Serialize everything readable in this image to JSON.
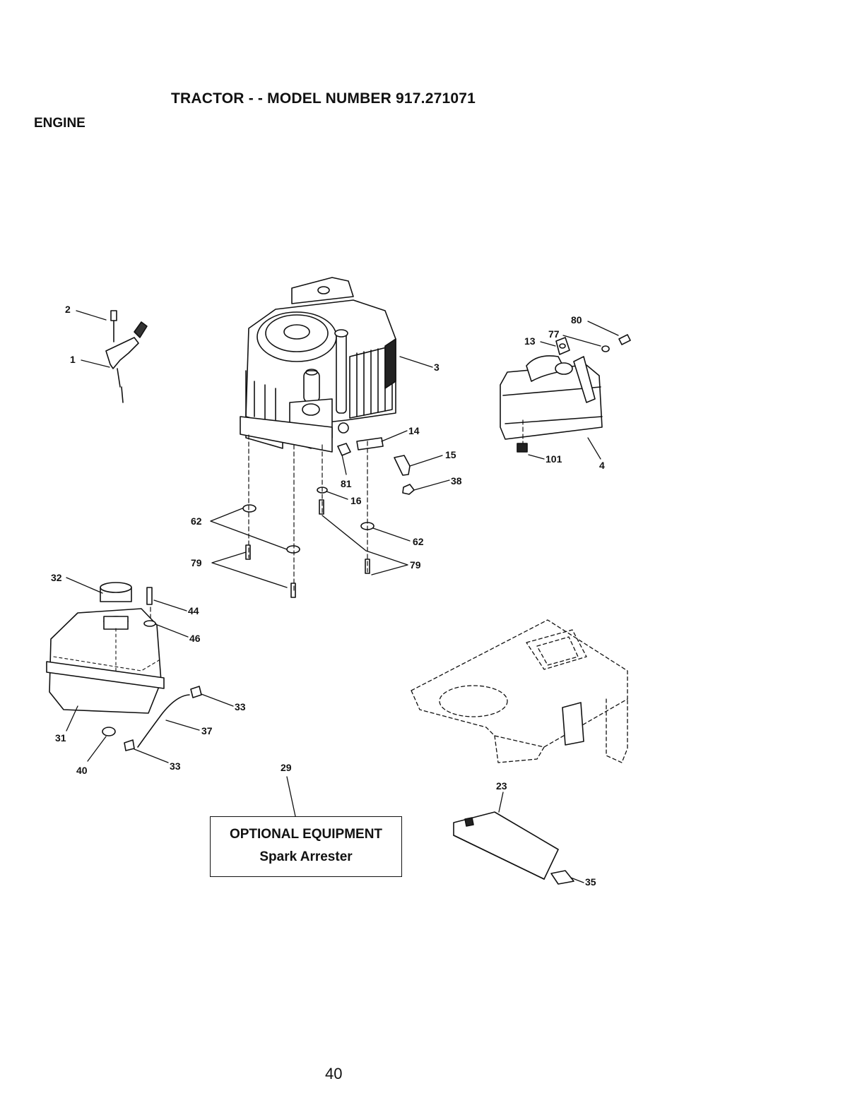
{
  "header": {
    "title": "TRACTOR - - MODEL NUMBER 917.271071",
    "section": "ENGINE"
  },
  "callouts": [
    {
      "id": "2",
      "text": "2"
    },
    {
      "id": "1",
      "text": "1"
    },
    {
      "id": "3",
      "text": "3"
    },
    {
      "id": "80",
      "text": "80"
    },
    {
      "id": "77",
      "text": "77"
    },
    {
      "id": "13",
      "text": "13"
    },
    {
      "id": "4",
      "text": "4"
    },
    {
      "id": "101",
      "text": "101"
    },
    {
      "id": "14",
      "text": "14"
    },
    {
      "id": "15",
      "text": "15"
    },
    {
      "id": "38",
      "text": "38"
    },
    {
      "id": "81",
      "text": "81"
    },
    {
      "id": "16",
      "text": "16"
    },
    {
      "id": "62a",
      "text": "62"
    },
    {
      "id": "62b",
      "text": "62"
    },
    {
      "id": "79a",
      "text": "79"
    },
    {
      "id": "79b",
      "text": "79"
    },
    {
      "id": "32",
      "text": "32"
    },
    {
      "id": "44",
      "text": "44"
    },
    {
      "id": "46",
      "text": "46"
    },
    {
      "id": "33a",
      "text": "33"
    },
    {
      "id": "37",
      "text": "37"
    },
    {
      "id": "31",
      "text": "31"
    },
    {
      "id": "40",
      "text": "40"
    },
    {
      "id": "33b",
      "text": "33"
    },
    {
      "id": "29",
      "text": "29"
    },
    {
      "id": "23",
      "text": "23"
    },
    {
      "id": "35",
      "text": "35"
    }
  ],
  "optional_equipment": {
    "title": "OPTIONAL EQUIPMENT",
    "item": "Spark Arrester"
  },
  "footer": {
    "page_number": "40"
  }
}
